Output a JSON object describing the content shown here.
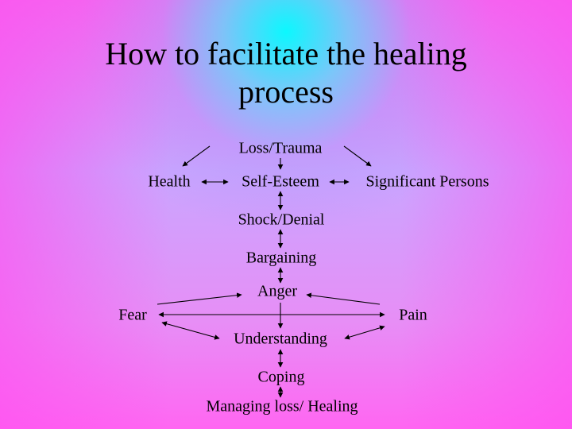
{
  "slide": {
    "title_line1": "How to facilitate the healing",
    "title_line2": "process"
  },
  "diagram": {
    "nodes": {
      "loss_trauma": "Loss/Trauma",
      "health": "Health",
      "self_esteem": "Self-Esteem",
      "significant_persons": "Significant Persons",
      "shock_denial": "Shock/Denial",
      "bargaining": "Bargaining",
      "anger": "Anger",
      "fear": "Fear",
      "pain": "Pain",
      "understanding": "Understanding",
      "coping": "Coping",
      "managing": "Managing loss/ Healing"
    }
  },
  "colors": {
    "center_glow": "#00ffff",
    "background": "#f070f0",
    "text": "#000000"
  }
}
